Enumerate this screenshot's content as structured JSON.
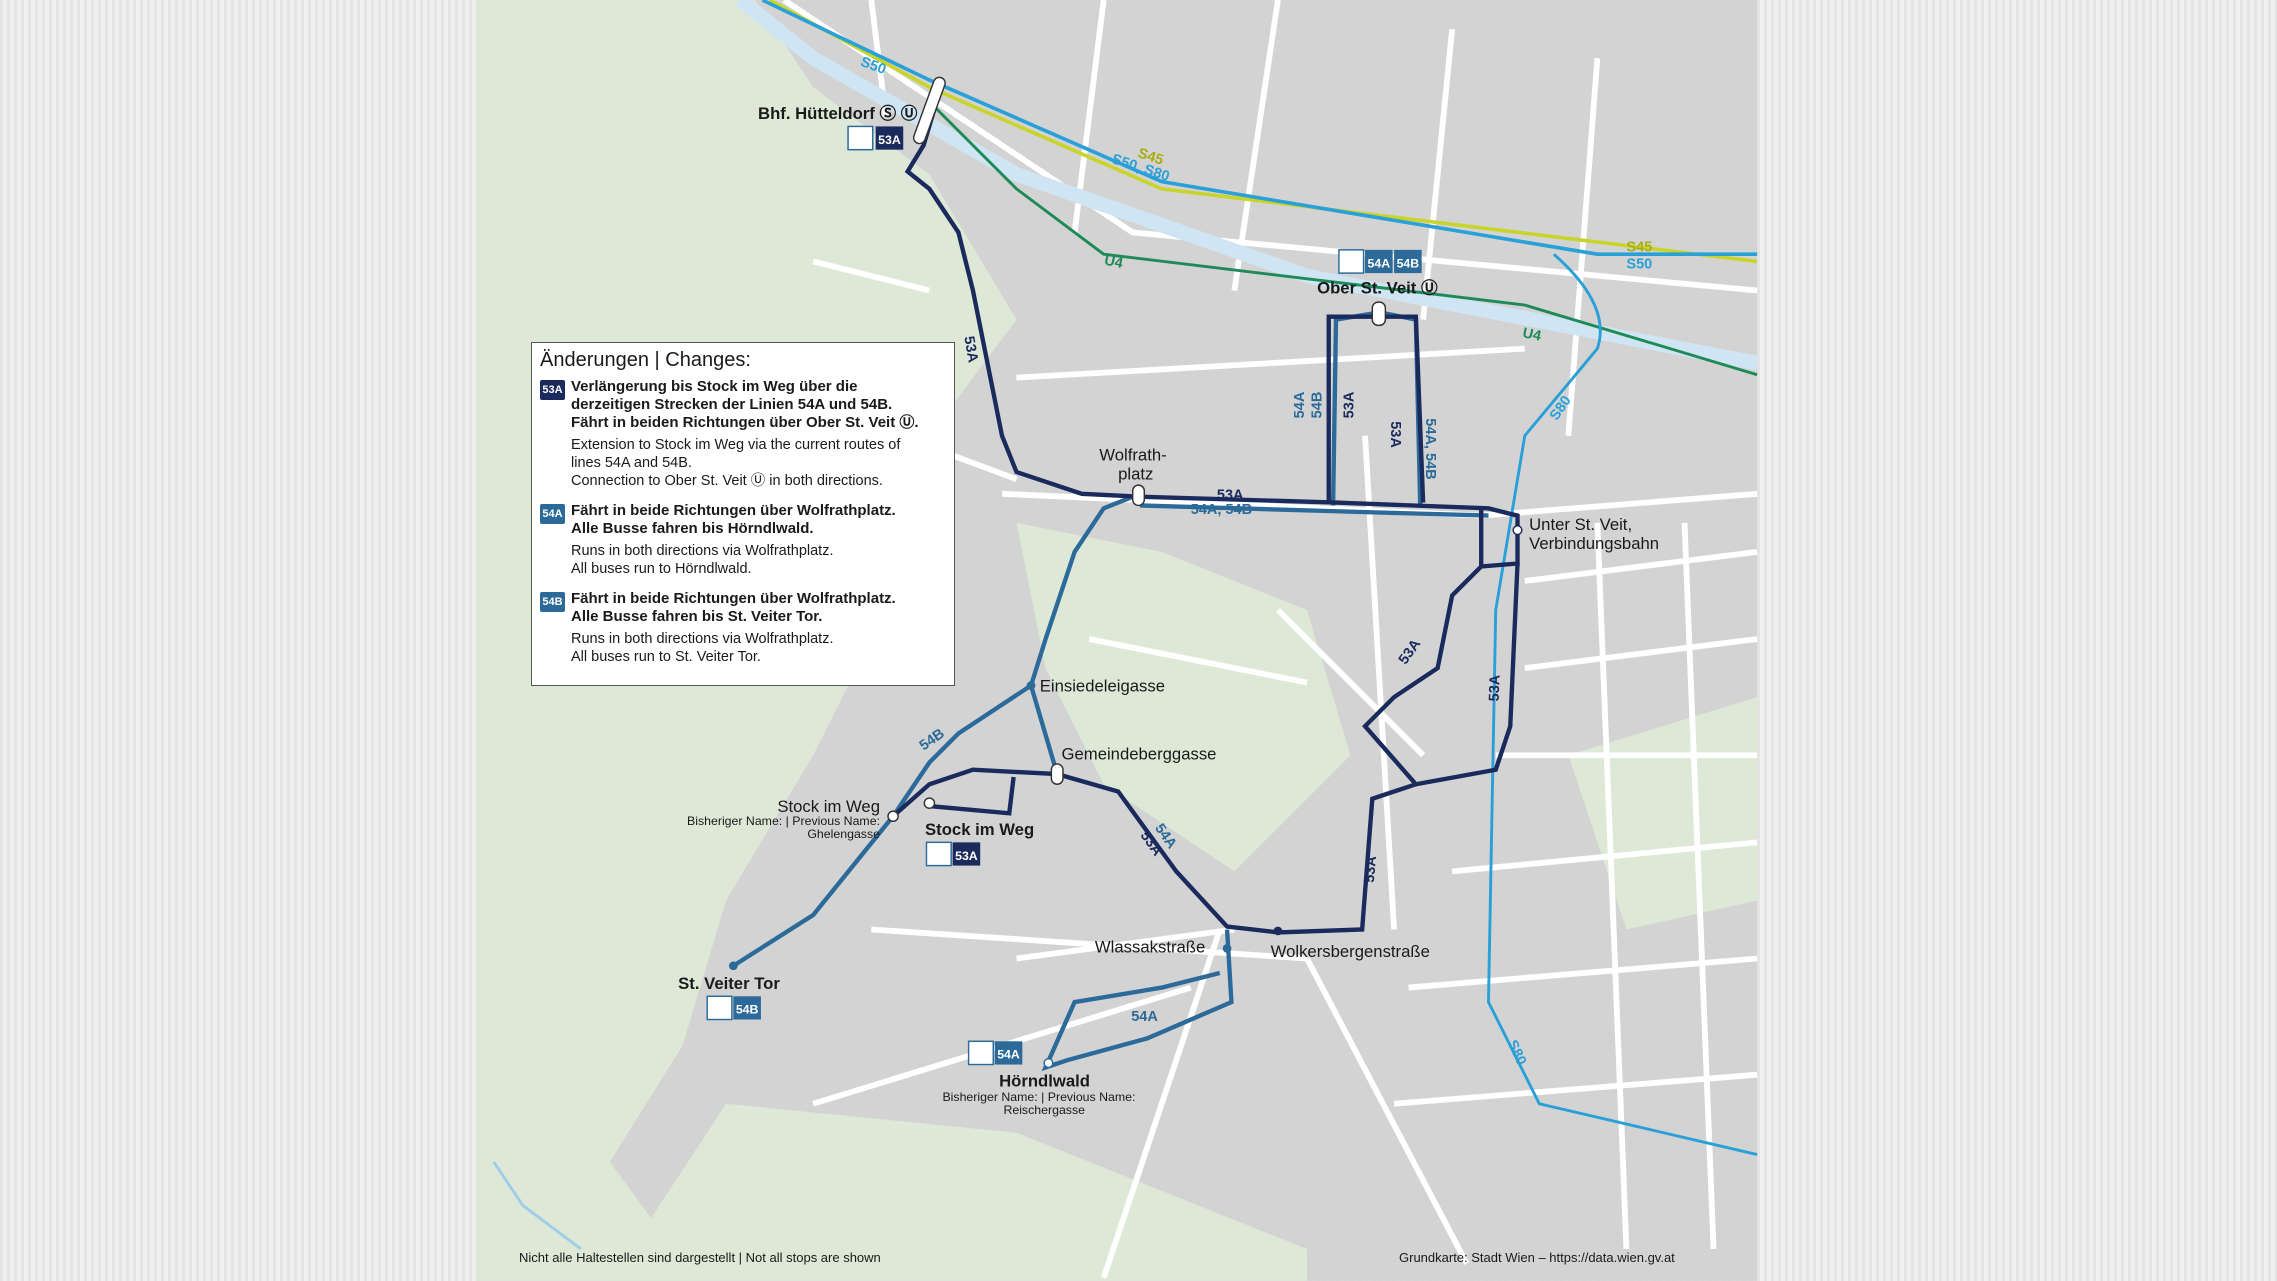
{
  "colors": {
    "line_53A": "#1b2a5c",
    "line_54": "#2b6a99",
    "map_built": "#d3d3d3",
    "map_green": "#dde8d6",
    "street": "#ffffff",
    "u4": "#1e8a57",
    "s50": "#2aa0d8",
    "s45": "#c9d42a",
    "river": "#cfe5f3"
  },
  "legend": {
    "title": "Änderungen | Changes:",
    "items": [
      {
        "badge": "53A",
        "color": "#1b2a5c",
        "de": [
          "Verlängerung bis Stock im Weg über die",
          "derzeitigen Strecken der Linien 54A und 54B.",
          "Fährt in beiden Richtungen über Ober St. Veit Ⓤ."
        ],
        "en": [
          "Extension to Stock im Weg via the current routes of",
          "lines 54A and 54B.",
          "Connection to Ober St. Veit Ⓤ in both directions."
        ]
      },
      {
        "badge": "54A",
        "color": "#2b6a99",
        "de": [
          "Fährt in beide Richtungen über Wolfrathplatz.",
          "Alle Busse fahren bis Hörndlwald."
        ],
        "en": [
          "Runs in both directions via Wolfrathplatz.",
          "All buses run to Hörndlwald."
        ]
      },
      {
        "badge": "54B",
        "color": "#2b6a99",
        "de": [
          "Fährt in beide Richtungen über Wolfrathplatz.",
          "Alle Busse fahren bis St. Veiter Tor."
        ],
        "en": [
          "Runs in both directions via Wolfrathplatz.",
          "All buses run to St. Veiter Tor."
        ]
      }
    ]
  },
  "stops": {
    "huetteldorf": "Bhf. Hütteldorf Ⓢ Ⓤ",
    "ober_st_veit": "Ober St. Veit Ⓤ",
    "wolfrathplatz_1": "Wolfrath-",
    "wolfrathplatz_2": "platz",
    "unter_st_veit_1": "Unter St. Veit,",
    "unter_st_veit_2": "Verbindungsbahn",
    "einsiedeleigasse": "Einsiedeleigasse",
    "gemeindeberggasse": "Gemeindeberggasse",
    "stock_im_weg_old": "Stock im Weg",
    "stock_prev_label": "Bisheriger Name: | Previous Name:",
    "stock_prev_name": "Ghelengasse",
    "stock_im_weg_new": "Stock im Weg",
    "st_veiter_tor": "St. Veiter Tor",
    "wlassakstrasse": "Wlassakstraße",
    "wolkersbergenstrasse": "Wolkersbergenstraße",
    "hoerndlwald": "Hörndlwald",
    "hoerndl_prev_label": "Bisheriger Name: | Previous Name:",
    "hoerndl_prev_name": "Reischergasse"
  },
  "badges": {
    "l53A": "53A",
    "l54A": "54A",
    "l54B": "54B"
  },
  "route_labels": {
    "r53A": "53A",
    "r54A": "54A",
    "r54B": "54B",
    "r54A54B": "54A, 54B",
    "r54A_54B": "54A, 54B"
  },
  "rail_labels": {
    "s50": "S50",
    "s45": "S45",
    "s50s80": "S50, S80",
    "u4": "U4",
    "s80": "S80"
  },
  "footer": {
    "left": "Nicht alle Haltestellen sind dargestellt | Not all stops are shown",
    "right": "Grundkarte: Stadt Wien – https://data.wien.gv.at"
  }
}
